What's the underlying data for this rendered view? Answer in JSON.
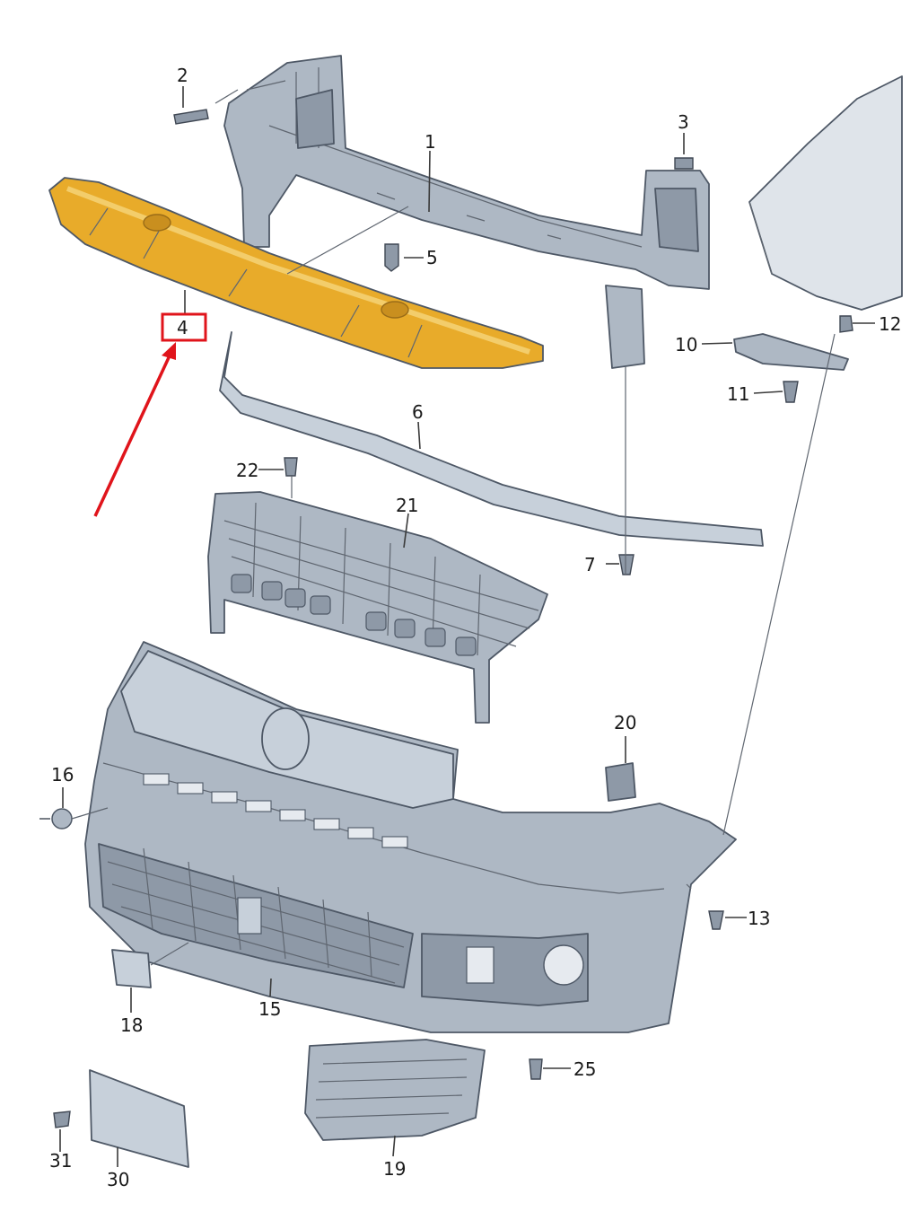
{
  "diagram": {
    "highlight_color": "#e8ab2a",
    "part_color": "#aeb8c4",
    "pointer_color": "#e0141b",
    "callouts": [
      "1",
      "2",
      "3",
      "4",
      "5",
      "6",
      "7",
      "10",
      "11",
      "12",
      "13",
      "15",
      "16",
      "18",
      "19",
      "20",
      "21",
      "22",
      "25",
      "30",
      "31"
    ]
  }
}
